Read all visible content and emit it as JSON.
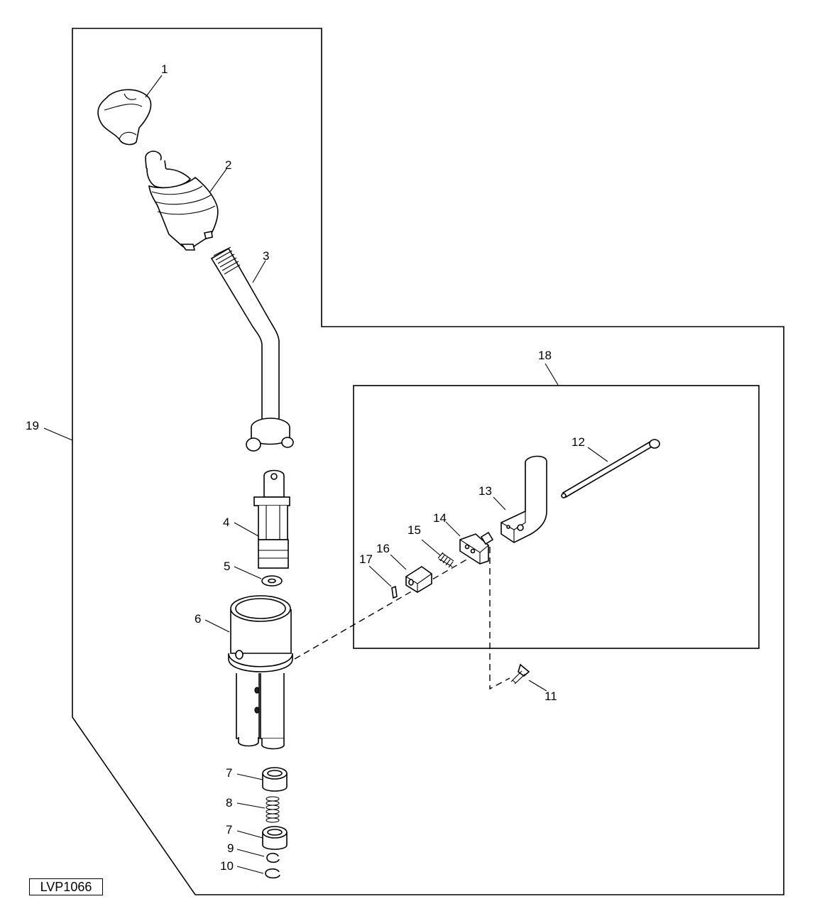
{
  "figure_ref": "LVP1066",
  "callouts": {
    "c1": "1",
    "c2": "2",
    "c3": "3",
    "c4": "4",
    "c5": "5",
    "c6": "6",
    "c7a": "7",
    "c7b": "7",
    "c8": "8",
    "c9": "9",
    "c10": "10",
    "c11": "11",
    "c12": "12",
    "c13": "13",
    "c14": "14",
    "c15": "15",
    "c16": "16",
    "c17": "17",
    "c18": "18",
    "c19": "19"
  }
}
